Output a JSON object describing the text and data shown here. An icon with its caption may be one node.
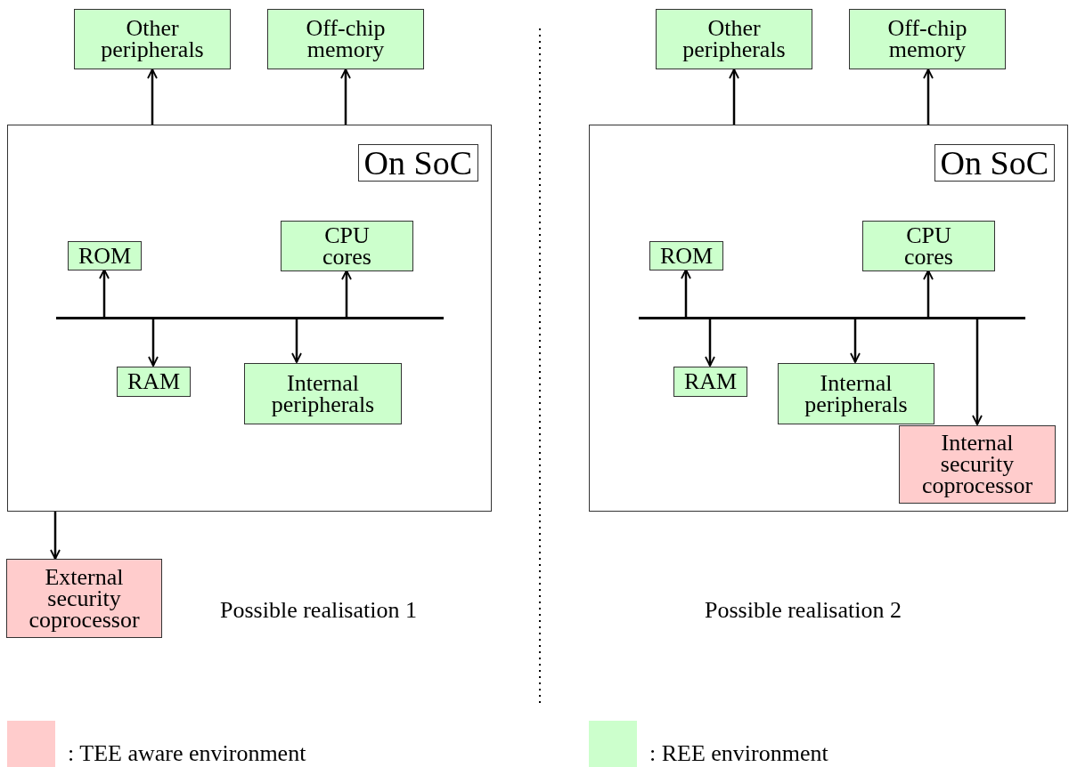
{
  "diagram": {
    "nodes": [
      {
        "text": [
          "Other peripherals"
        ]
      },
      {
        "text": [
          "Off-chip memory"
        ]
      },
      {
        "text": [
          "On SoC"
        ]
      },
      {
        "text": [
          "ROM"
        ],
        "in": 2
      },
      {
        "text": [
          "CPU cores"
        ],
        "in": 2
      },
      {
        "text": [],
        "shape": "bar",
        "in": 2
      },
      {
        "text": [
          "RAM"
        ],
        "in": 2
      },
      {
        "text": [
          "Internal peripherals"
        ],
        "in": 2
      },
      {
        "text": [
          "External security coprocessor"
        ]
      },
      {
        "text": [
          "Other peripherals"
        ]
      },
      {
        "text": [
          "Off-chip memory"
        ]
      },
      {
        "text": [
          "On SoC"
        ]
      },
      {
        "text": [
          "ROM"
        ],
        "in": 11
      },
      {
        "text": [
          "CPU cores"
        ],
        "in": 11
      },
      {
        "text": [],
        "shape": "bar",
        "in": 11
      },
      {
        "text": [
          "RAM"
        ],
        "in": 11
      },
      {
        "text": [
          "Internal peripherals"
        ],
        "in": 11
      },
      {
        "text": [
          "Internal security coprocessor"
        ],
        "in": 11
      }
    ],
    "edges": [
      {
        "from": 2,
        "to": 0,
        "arrow": "to"
      },
      {
        "from": 2,
        "to": 1,
        "arrow": "to"
      },
      {
        "from": 5,
        "to": 3,
        "arrow": "to"
      },
      {
        "from": 5,
        "to": 4,
        "arrow": "to"
      },
      {
        "from": 5,
        "to": 6,
        "arrow": "to"
      },
      {
        "from": 5,
        "to": 7,
        "arrow": "to"
      },
      {
        "from": 2,
        "to": 8,
        "arrow": "to"
      },
      {
        "from": 11,
        "to": 9,
        "arrow": "to"
      },
      {
        "from": 11,
        "to": 10,
        "arrow": "to"
      },
      {
        "from": 14,
        "to": 12,
        "arrow": "to"
      },
      {
        "from": 14,
        "to": 13,
        "arrow": "to"
      },
      {
        "from": 14,
        "to": 15,
        "arrow": "to"
      },
      {
        "from": 14,
        "to": 16,
        "arrow": "to"
      },
      {
        "from": 14,
        "to": 17,
        "arrow": "to"
      }
    ],
    "labels": [
      "Possible realisation 1",
      "Possible realisation 2"
    ],
    "legend": [
      {
        "text": ": TEE aware environment",
        "color": "#ffcccc"
      },
      {
        "text": ": REE environment",
        "color": "#ccffcc"
      }
    ]
  }
}
